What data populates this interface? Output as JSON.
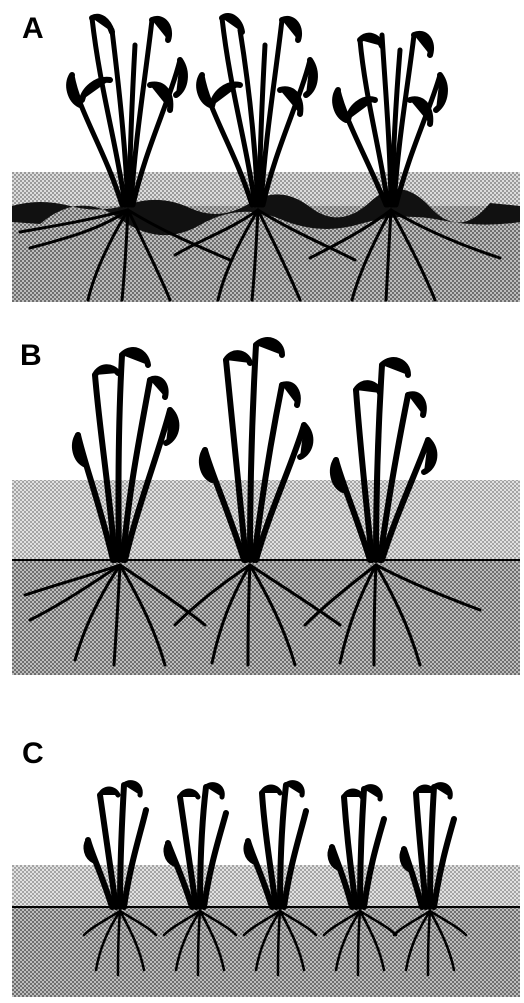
{
  "panels": [
    {
      "label": "A",
      "plant_count": 3
    },
    {
      "label": "B",
      "plant_count": 3
    },
    {
      "label": "C",
      "plant_count": 5
    }
  ],
  "colors": {
    "ink": "#000000",
    "soil_light": "#c9c9c9",
    "soil_dark": "#8f8f8f",
    "background": "#ffffff"
  }
}
